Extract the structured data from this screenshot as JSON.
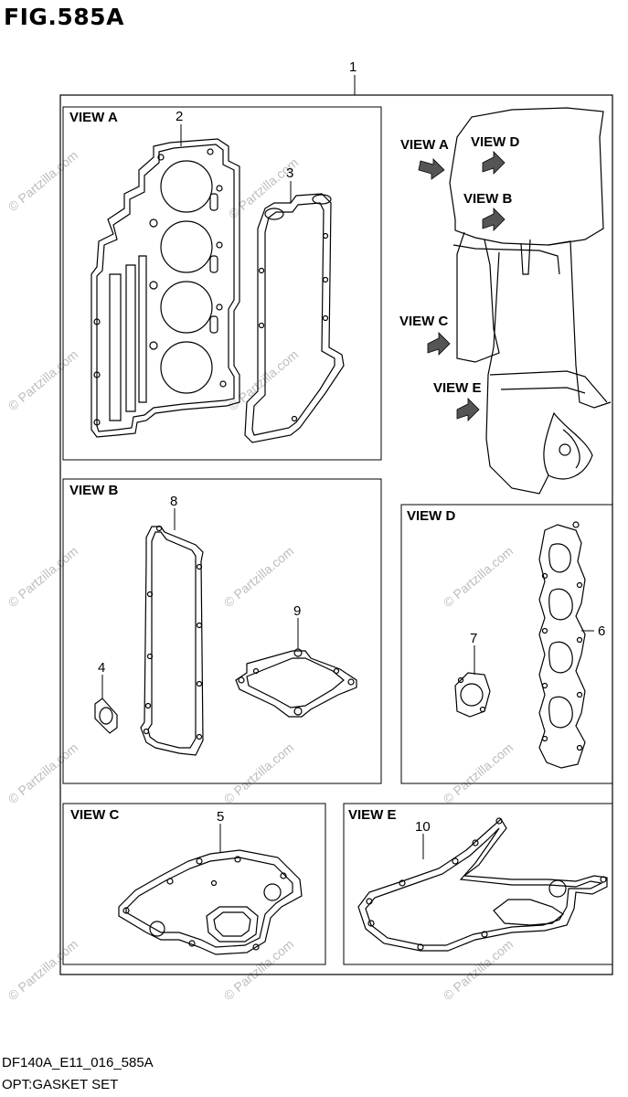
{
  "figure_title": "FIG.585A",
  "footer": {
    "model_code": "DF140A_E11_016_585A",
    "caption": "OPT:GASKET SET"
  },
  "watermark": "© Partzilla.com",
  "callouts": {
    "kit": "1",
    "head_gasket": "2",
    "cover_gasket": "3",
    "small_gasket_4": "4",
    "gasket_5": "5",
    "manifold_gasket": "6",
    "gasket_7": "7",
    "gasket_8": "8",
    "gasket_9": "9",
    "gasket_10": "10"
  },
  "panels": {
    "view_a": "VIEW A",
    "view_b": "VIEW B",
    "view_c": "VIEW C",
    "view_d": "VIEW D",
    "view_e": "VIEW E"
  },
  "engine_arrows": {
    "a": "VIEW A",
    "b": "VIEW B",
    "c": "VIEW C",
    "d": "VIEW D",
    "e": "VIEW E"
  }
}
